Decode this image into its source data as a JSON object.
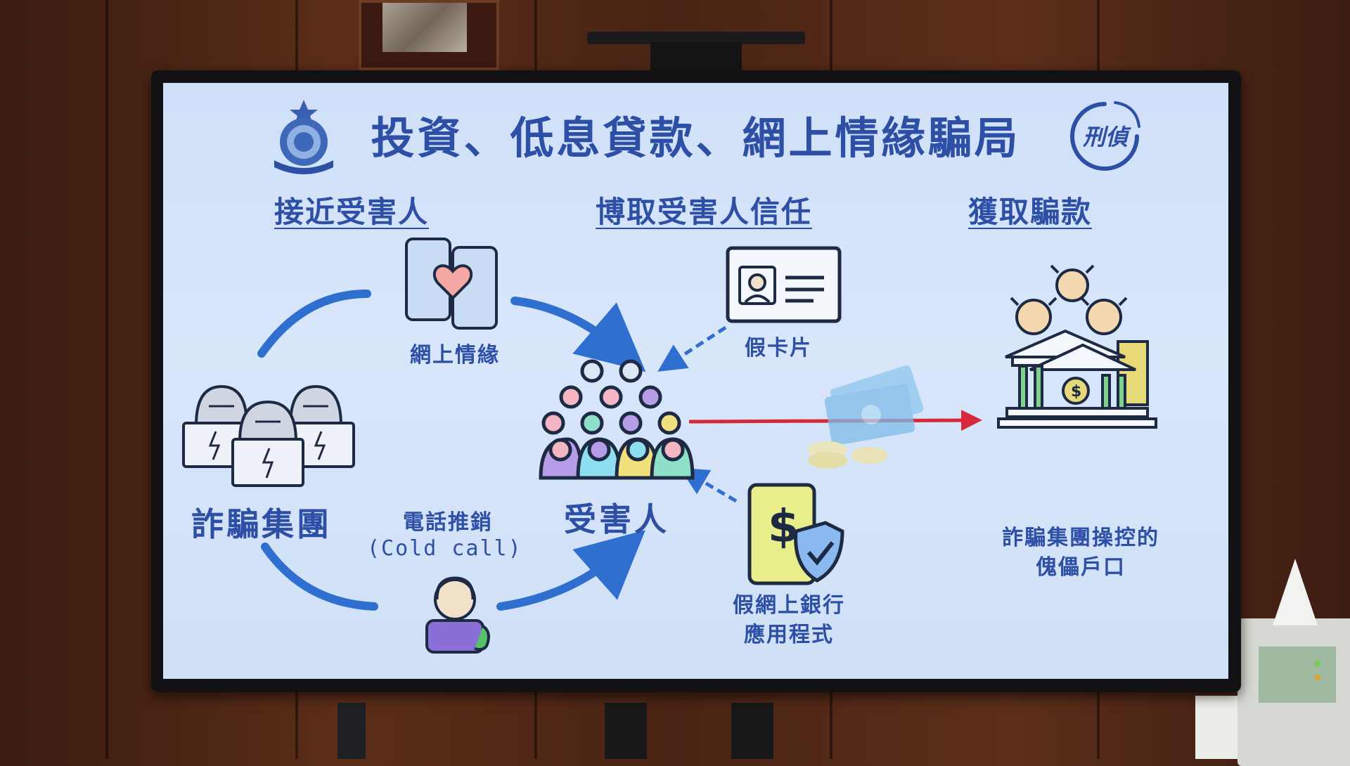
{
  "slide": {
    "title": "投資、低息貸款、網上情緣騙局",
    "stages": [
      "接近受害人",
      "博取受害人信任",
      "獲取騙款"
    ],
    "nodes": {
      "online_romance": "網上情緣",
      "scam_syndicate": "詐騙集團",
      "cold_call_zh": "電話推銷",
      "cold_call_en": "(Cold call)",
      "victim": "受害人",
      "fake_card": "假卡片",
      "fake_banking_app_line1": "假網上銀行",
      "fake_banking_app_line2": "應用程式",
      "puppet_account_line1": "詐騙集團操控的",
      "puppet_account_line2": "傀儡戶口"
    },
    "badge_logo_text": "刑偵",
    "colors": {
      "title_blue": "#2d4fa6",
      "arrow_blue": "#2f6fd0",
      "money_arrow_red": "#d6283a",
      "screen_bg": "#d3e3f8"
    },
    "icons": [
      "police-crest-icon",
      "cid-logo-icon",
      "phones-heart-icon",
      "hackers-icon",
      "telemarketer-icon",
      "victims-crowd-icon",
      "id-card-icon",
      "banking-app-icon",
      "money-icon",
      "bank-bulls-icon"
    ]
  }
}
